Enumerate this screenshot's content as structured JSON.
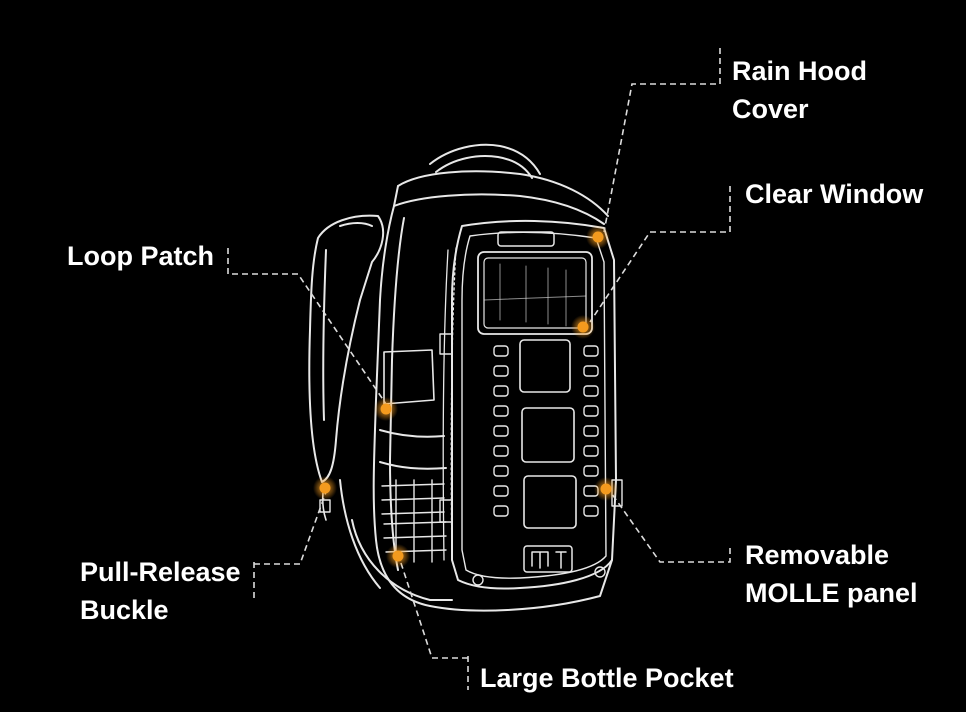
{
  "colors": {
    "background": "#000000",
    "line": "#ffffff",
    "accent": "#f39a1e"
  },
  "callouts": {
    "rain_hood": {
      "line1": "Rain Hood",
      "line2": "Cover"
    },
    "clear_window": {
      "label": "Clear Window"
    },
    "loop_patch": {
      "label": "Loop Patch"
    },
    "molle": {
      "line1": "Removable",
      "line2": "MOLLE panel"
    },
    "buckle": {
      "line1": "Pull-Release",
      "line2": "Buckle"
    },
    "bottle": {
      "label": "Large Bottle Pocket"
    }
  }
}
